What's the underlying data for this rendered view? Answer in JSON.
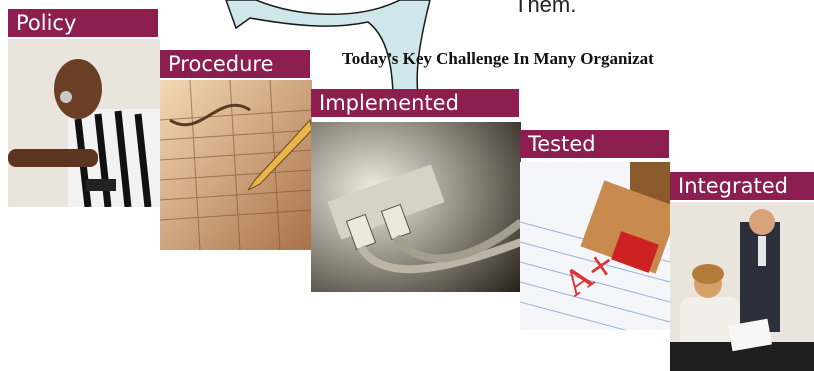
{
  "header": {
    "top_text": "Them.",
    "subtitle": "Today’s Key Challenge In Many Organizat"
  },
  "steps": [
    {
      "label": "Policy",
      "image": "referee-blowing-whistle-photo"
    },
    {
      "label": "Procedure",
      "image": "spreadsheet-with-pencil-photo"
    },
    {
      "label": "Implemented",
      "image": "network-cables-photo"
    },
    {
      "label": "Tested",
      "image": "a-plus-stamp-photo"
    },
    {
      "label": "Integrated",
      "image": "business-meeting-photo"
    }
  ],
  "colors": {
    "label_bg": "#8c1f4f",
    "arrow_fill": "#cfe6ea",
    "arrow_stroke": "#1a1a1a"
  },
  "icons": {
    "arrow": "curved-return-arrow-icon"
  }
}
